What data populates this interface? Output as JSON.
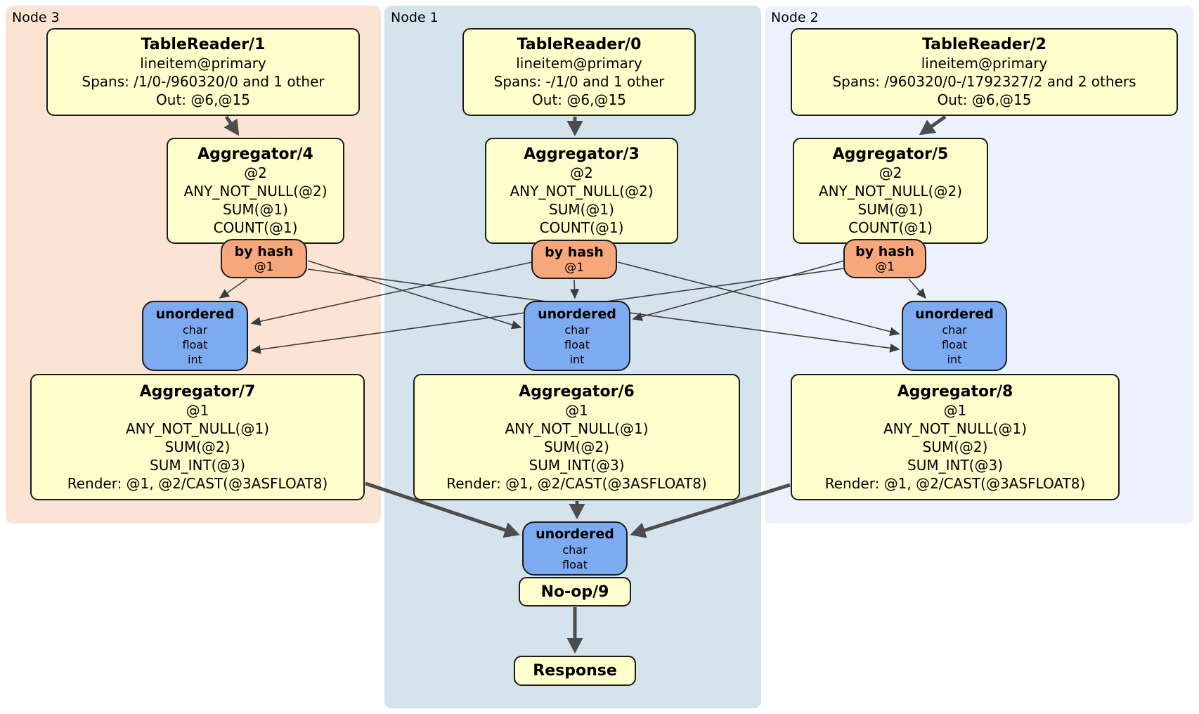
{
  "regions": [
    {
      "label": "Node 3"
    },
    {
      "label": "Node 1"
    },
    {
      "label": "Node 2"
    }
  ],
  "processors": {
    "tr1": {
      "title": "TableReader/1",
      "rows": [
        "lineitem@primary",
        "Spans: /1/0-/960320/0 and 1 other",
        "Out: @6,@15"
      ]
    },
    "tr0": {
      "title": "TableReader/0",
      "rows": [
        "lineitem@primary",
        "Spans: -/1/0 and 1 other",
        "Out: @6,@15"
      ]
    },
    "tr2": {
      "title": "TableReader/2",
      "rows": [
        "lineitem@primary",
        "Spans: /960320/0-/1792327/2 and 2 others",
        "Out: @6,@15"
      ]
    },
    "agg4": {
      "title": "Aggregator/4",
      "rows": [
        "@2",
        "ANY_NOT_NULL(@2)",
        "SUM(@1)",
        "COUNT(@1)"
      ]
    },
    "agg3": {
      "title": "Aggregator/3",
      "rows": [
        "@2",
        "ANY_NOT_NULL(@2)",
        "SUM(@1)",
        "COUNT(@1)"
      ]
    },
    "agg5": {
      "title": "Aggregator/5",
      "rows": [
        "@2",
        "ANY_NOT_NULL(@2)",
        "SUM(@1)",
        "COUNT(@1)"
      ]
    },
    "agg7": {
      "title": "Aggregator/7",
      "rows": [
        "@1",
        "ANY_NOT_NULL(@1)",
        "SUM(@2)",
        "SUM_INT(@3)",
        "Render: @1, @2/CAST(@3ASFLOAT8)"
      ]
    },
    "agg6": {
      "title": "Aggregator/6",
      "rows": [
        "@1",
        "ANY_NOT_NULL(@1)",
        "SUM(@2)",
        "SUM_INT(@3)",
        "Render: @1, @2/CAST(@3ASFLOAT8)"
      ]
    },
    "agg8": {
      "title": "Aggregator/8",
      "rows": [
        "@1",
        "ANY_NOT_NULL(@1)",
        "SUM(@2)",
        "SUM_INT(@3)",
        "Render: @1, @2/CAST(@3ASFLOAT8)"
      ]
    },
    "noop9": {
      "title": "No-op/9"
    },
    "response": {
      "title": "Response"
    }
  },
  "routers": {
    "hash3": {
      "title": "by hash",
      "rows": [
        "@1"
      ]
    },
    "hash1": {
      "title": "by hash",
      "rows": [
        "@1"
      ]
    },
    "hash2": {
      "title": "by hash",
      "rows": [
        "@1"
      ]
    }
  },
  "syncs": {
    "un3": {
      "title": "unordered",
      "rows": [
        "char",
        "float",
        "int"
      ]
    },
    "un1": {
      "title": "unordered",
      "rows": [
        "char",
        "float",
        "int"
      ]
    },
    "un2": {
      "title": "unordered",
      "rows": [
        "char",
        "float",
        "int"
      ]
    },
    "unF": {
      "title": "unordered",
      "rows": [
        "char",
        "float"
      ]
    }
  },
  "colors": {
    "node3_bg": "#fce4d4",
    "node1_bg": "#d5e3ed",
    "node2_bg": "#ecf2fb",
    "processor_fill": "#ffffcc",
    "router_fill": "#f6a77c",
    "sync_fill": "#7dabf1",
    "box_border": "#1b1b1b",
    "thick_edge": "#4d4d4d",
    "thin_edge": "#3c3c3c"
  }
}
